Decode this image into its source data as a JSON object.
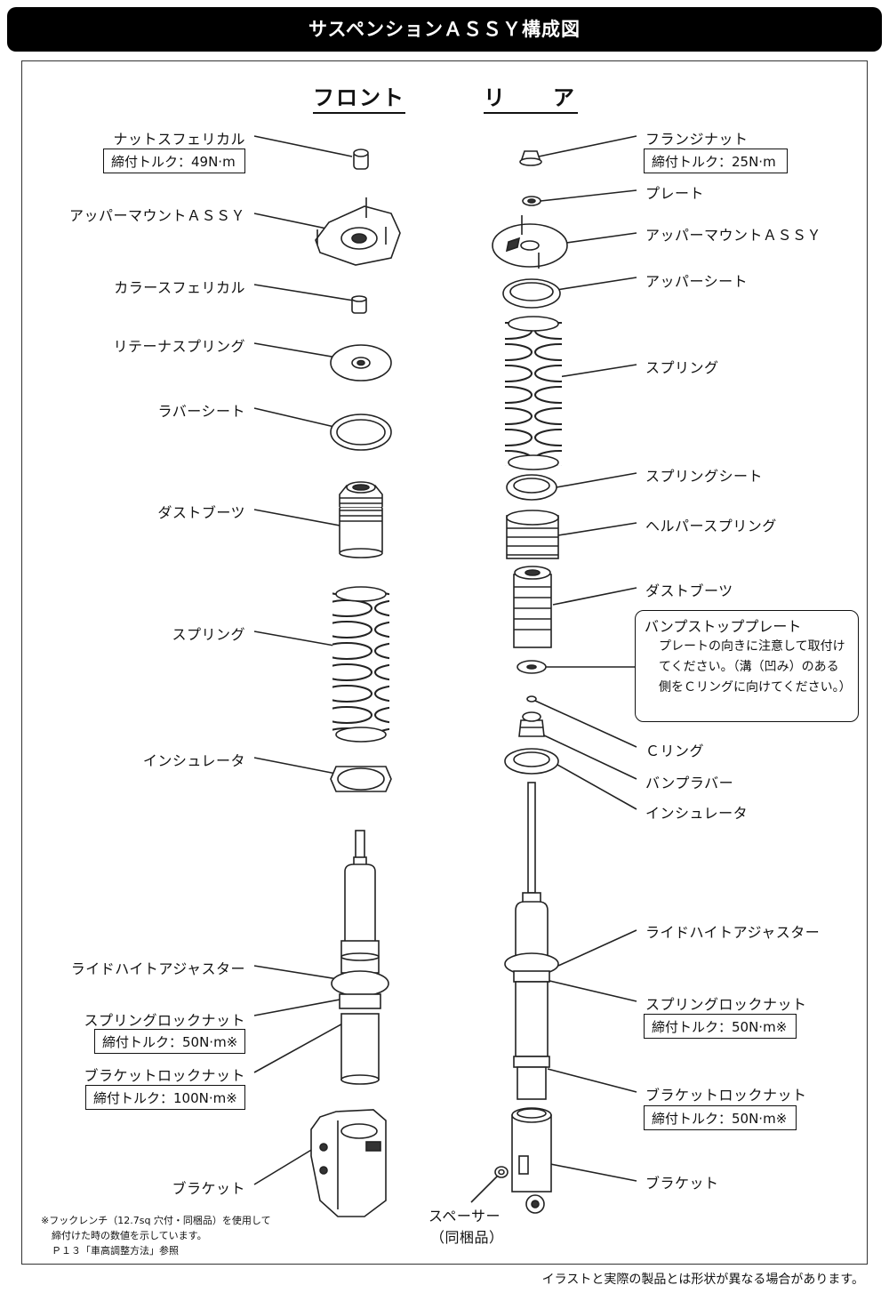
{
  "header": {
    "title": "サスペンションＡＳＳＹ構成図"
  },
  "sections": {
    "front": "フロント",
    "rear": "リ　　ア"
  },
  "front": {
    "nut_spherical": "ナットスフェリカル",
    "nut_torque": "締付トルク：49N·m",
    "upper_mount": "アッパーマウントＡＳＳＹ",
    "collar_spherical": "カラースフェリカル",
    "retainer_spring": "リテーナスプリング",
    "rubber_seat": "ラバーシート",
    "dust_boot": "ダストブーツ",
    "spring": "スプリング",
    "insulator": "インシュレータ",
    "ride_height_adjuster": "ライドハイトアジャスター",
    "spring_lock_nut": "スプリングロックナット",
    "spring_lock_torque": "締付トルク：50N·m※",
    "bracket_lock_nut": "ブラケットロックナット",
    "bracket_lock_torque": "締付トルク：100N·m※",
    "bracket": "ブラケット"
  },
  "rear": {
    "flange_nut": "フランジナット",
    "flange_torque": "締付トルク：25N·m",
    "plate": "プレート",
    "upper_mount": "アッパーマウントＡＳＳＹ",
    "upper_seat": "アッパーシート",
    "spring": "スプリング",
    "spring_seat": "スプリングシート",
    "helper_spring": "ヘルパースプリング",
    "dust_boot": "ダストブーツ",
    "bump_plate_title": "バンプストッププレート",
    "bump_plate_note": "プレートの向きに注意して取付けてください。（溝（凹み）のある側をＣリングに向けてください。）",
    "c_ring": "Ｃリング",
    "bump_rubber": "バンプラバー",
    "insulator": "インシュレータ",
    "ride_height_adjuster": "ライドハイトアジャスター",
    "spring_lock_nut": "スプリングロックナット",
    "spring_lock_torque": "締付トルク：50N·m※",
    "bracket_lock_nut": "ブラケットロックナット",
    "bracket_lock_torque": "締付トルク：50N·m※",
    "bracket": "ブラケット",
    "spacer": "スペーサー",
    "spacer_note": "（同梱品）"
  },
  "footnote": {
    "line1": "※フックレンチ（12.7sq 穴付・同梱品）を使用して",
    "line2": "締付けた時の数値を示しています。",
    "line3": "Ｐ１３「車高調整方法」参照"
  },
  "disclaimer": "イラストと実際の製品とは形状が異なる場合があります。"
}
